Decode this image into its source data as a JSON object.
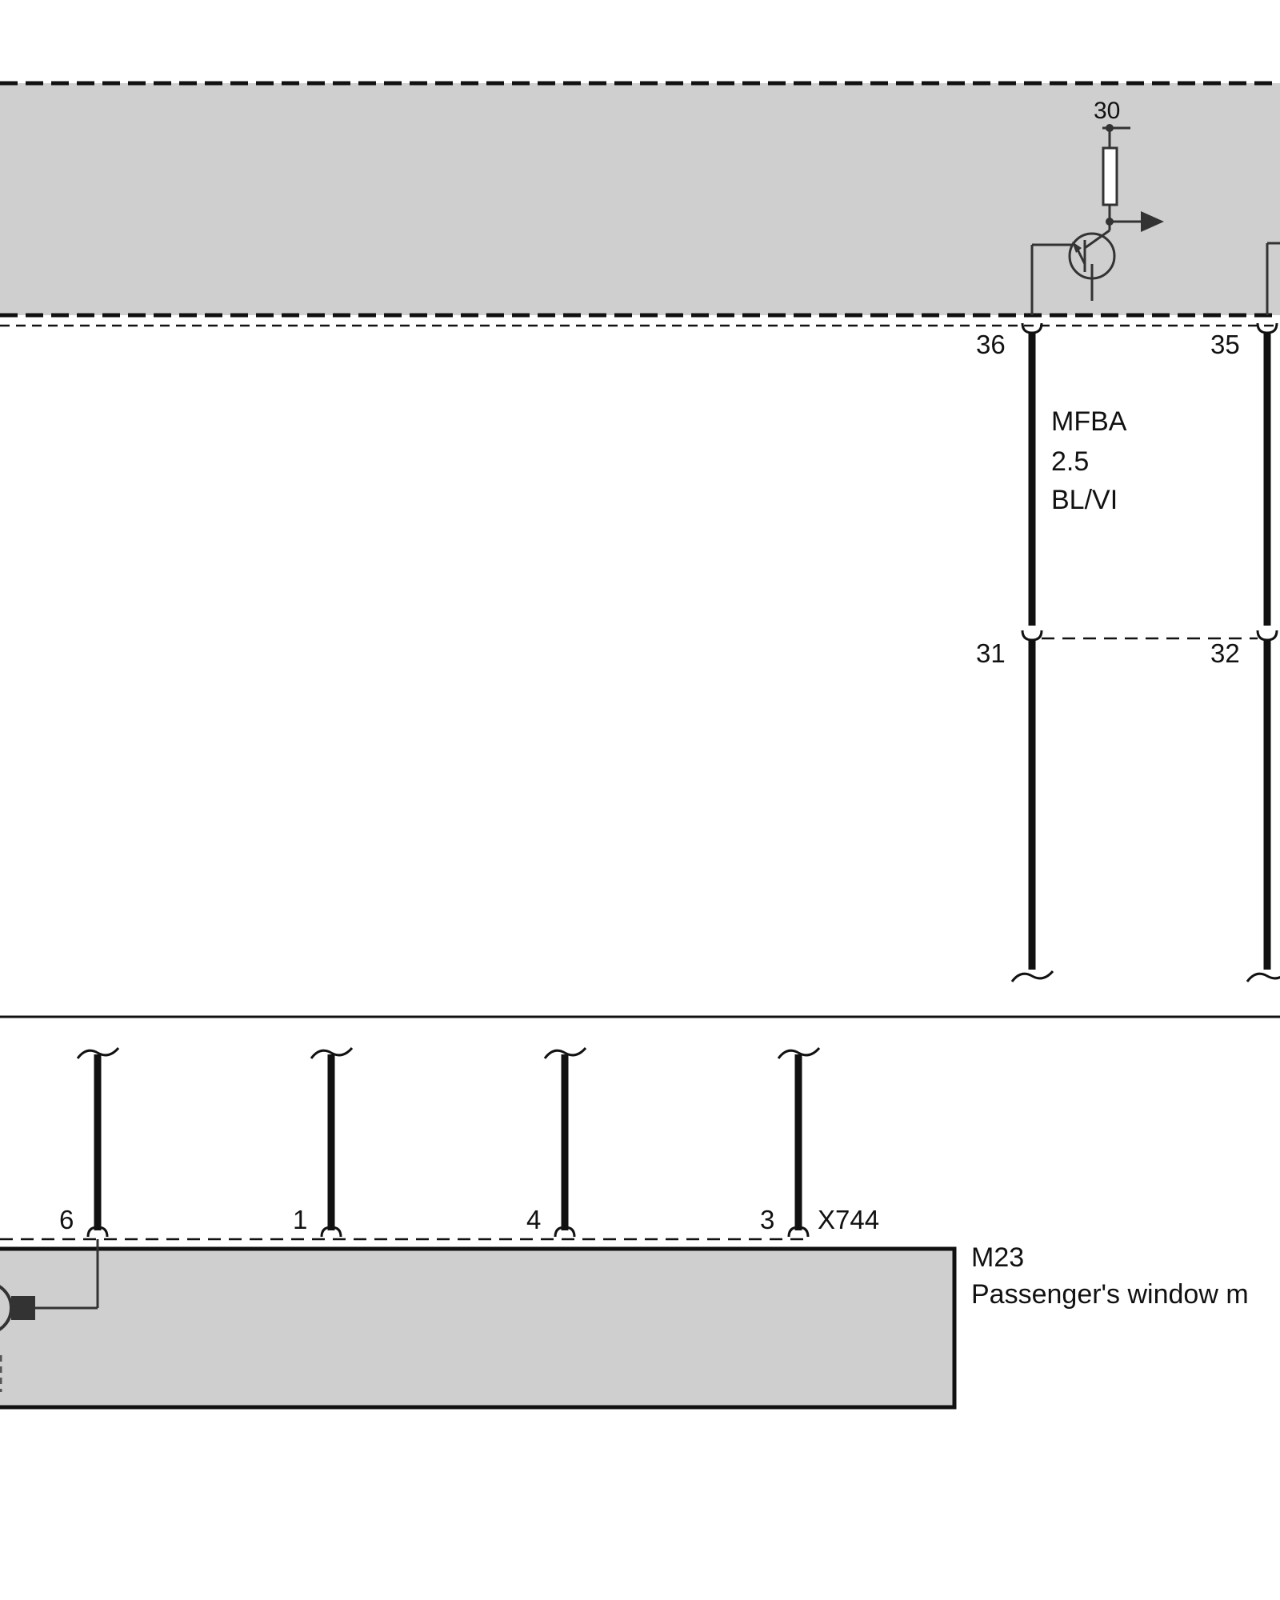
{
  "top_module": {
    "supply_pin": "30",
    "output_pins": [
      "36",
      "35"
    ]
  },
  "connector_mid": {
    "pins": [
      "31",
      "32"
    ]
  },
  "wire_spec": {
    "name": "MFBA",
    "size": "2.5",
    "color": "BL/VI"
  },
  "bottom_connector": {
    "name": "X744",
    "pins": [
      "6",
      "1",
      "4",
      "3"
    ]
  },
  "motor_component": {
    "id": "M23",
    "description": "Passenger's window m"
  },
  "colors": {
    "module_fill": "#cfcfcf",
    "wire": "#111111"
  },
  "icons": [
    "transistor-icon",
    "resistor-icon",
    "motor-icon",
    "arrow-right-icon",
    "wire-break-icon"
  ]
}
